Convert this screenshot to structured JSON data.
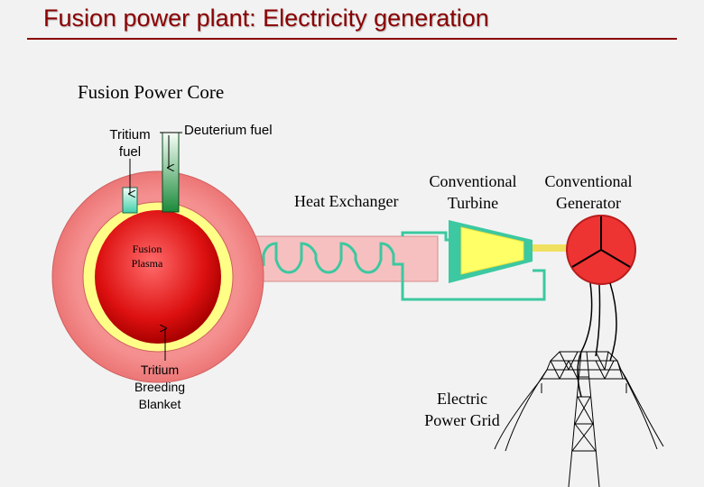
{
  "title": "Fusion power plant: Electricity generation",
  "labels": {
    "core": "Fusion Power Core",
    "tritium_fuel_line1": "Tritium",
    "tritium_fuel_line2": "fuel",
    "deuterium_fuel": "Deuterium fuel",
    "heat_exchanger": "Heat Exchanger",
    "turbine_line1": "Conventional",
    "turbine_line2": "Turbine",
    "generator_line1": "Conventional",
    "generator_line2": "Generator",
    "plasma_line1": "Fusion",
    "plasma_line2": "Plasma",
    "blanket_line1": "Tritium",
    "blanket_line2": "Breeding",
    "blanket_line3": "Blanket",
    "grid_line1": "Electric",
    "grid_line2": "Power Grid"
  },
  "colors": {
    "title": "#8b0000",
    "blanket": "#f08080",
    "yellow_layer": "#ffff80",
    "plasma": "#e01818",
    "coolant": "#40c0a0",
    "turbine": "#ffff60",
    "generator": "#ee3333"
  }
}
